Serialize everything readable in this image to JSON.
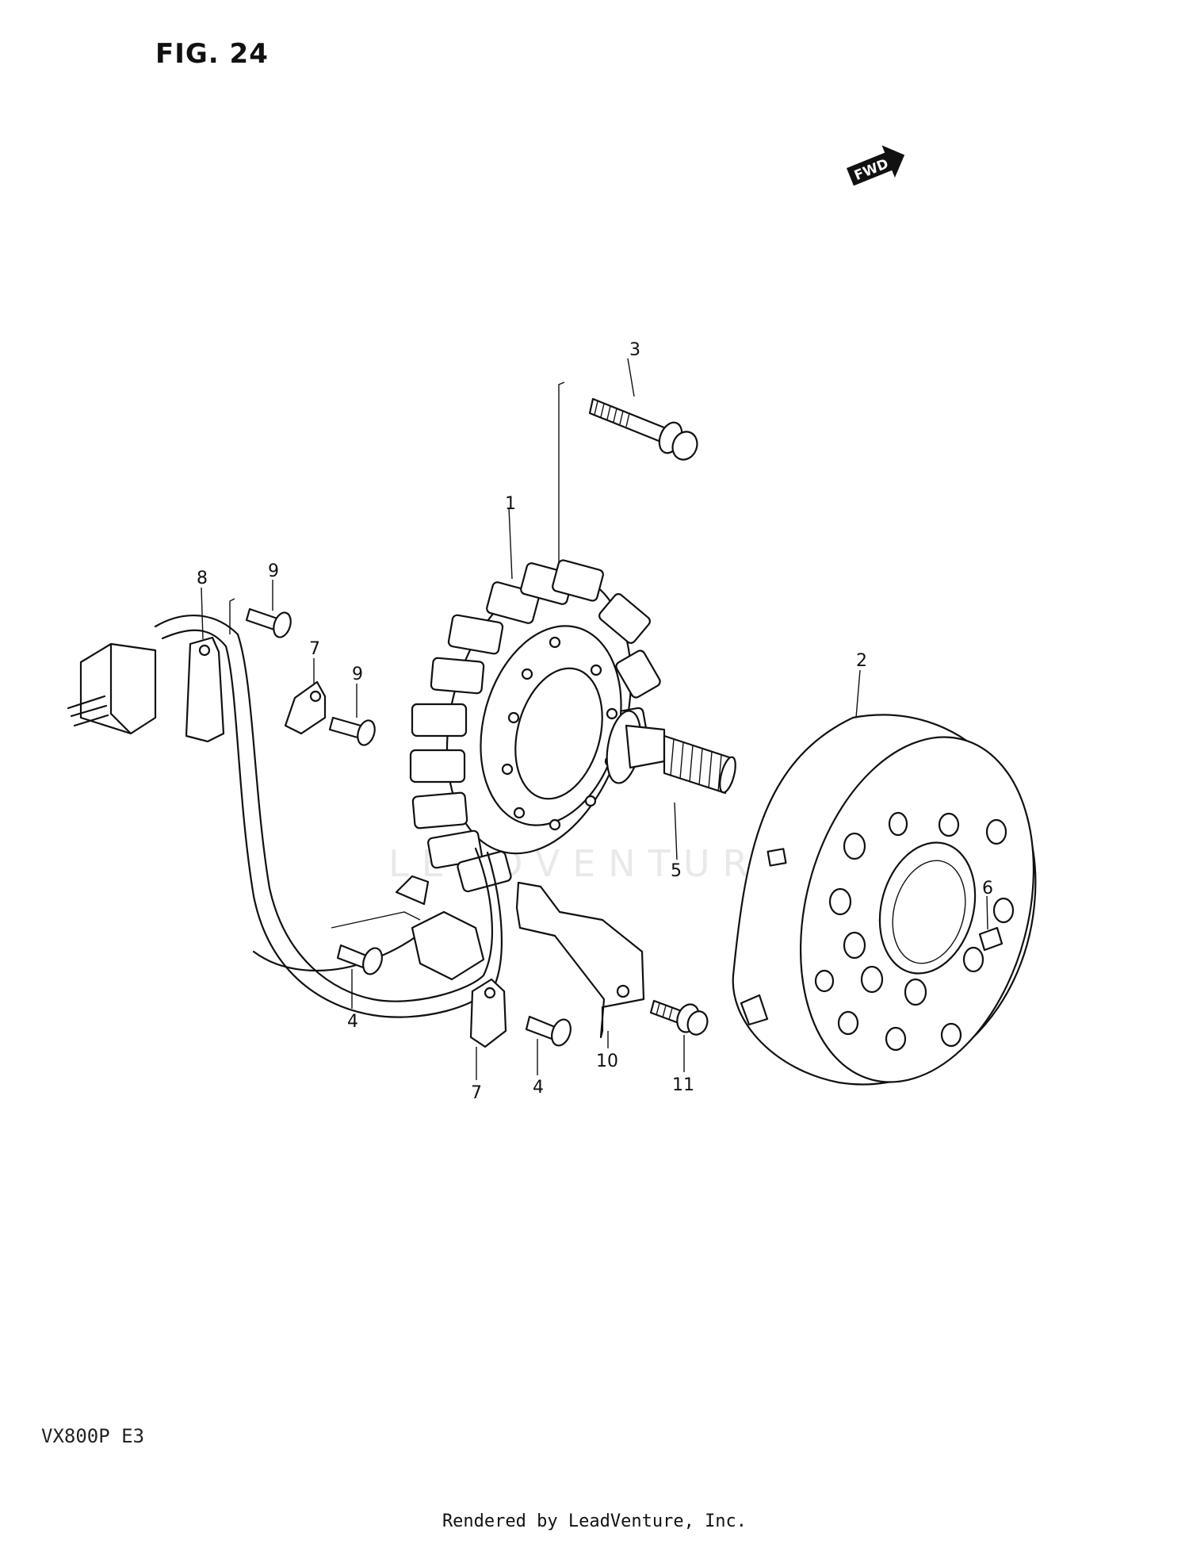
{
  "figure": {
    "title": "FIG. 24",
    "model_code": "VX800P  E3",
    "fwd_label": "FWD",
    "watermark": "LEADVENTURE",
    "footer": "Rendered by LeadVenture, Inc."
  },
  "callouts": [
    {
      "id": "1",
      "label": "1",
      "part": "stator"
    },
    {
      "id": "2",
      "label": "2",
      "part": "rotor"
    },
    {
      "id": "3",
      "label": "3",
      "part": "bolt"
    },
    {
      "id": "4a",
      "label": "4",
      "part": "screw"
    },
    {
      "id": "4b",
      "label": "4",
      "part": "screw"
    },
    {
      "id": "5",
      "label": "5",
      "part": "rotor-bolt"
    },
    {
      "id": "6",
      "label": "6",
      "part": "key"
    },
    {
      "id": "7a",
      "label": "7",
      "part": "clamp"
    },
    {
      "id": "7b",
      "label": "7",
      "part": "clamp"
    },
    {
      "id": "8",
      "label": "8",
      "part": "clamp-plate"
    },
    {
      "id": "9a",
      "label": "9",
      "part": "screw"
    },
    {
      "id": "9b",
      "label": "9",
      "part": "screw"
    },
    {
      "id": "10",
      "label": "10",
      "part": "bracket"
    },
    {
      "id": "11",
      "label": "11",
      "part": "bolt"
    }
  ],
  "colors": {
    "ink": "#111111",
    "paper": "#ffffff",
    "watermark": "#e9e9e9"
  }
}
